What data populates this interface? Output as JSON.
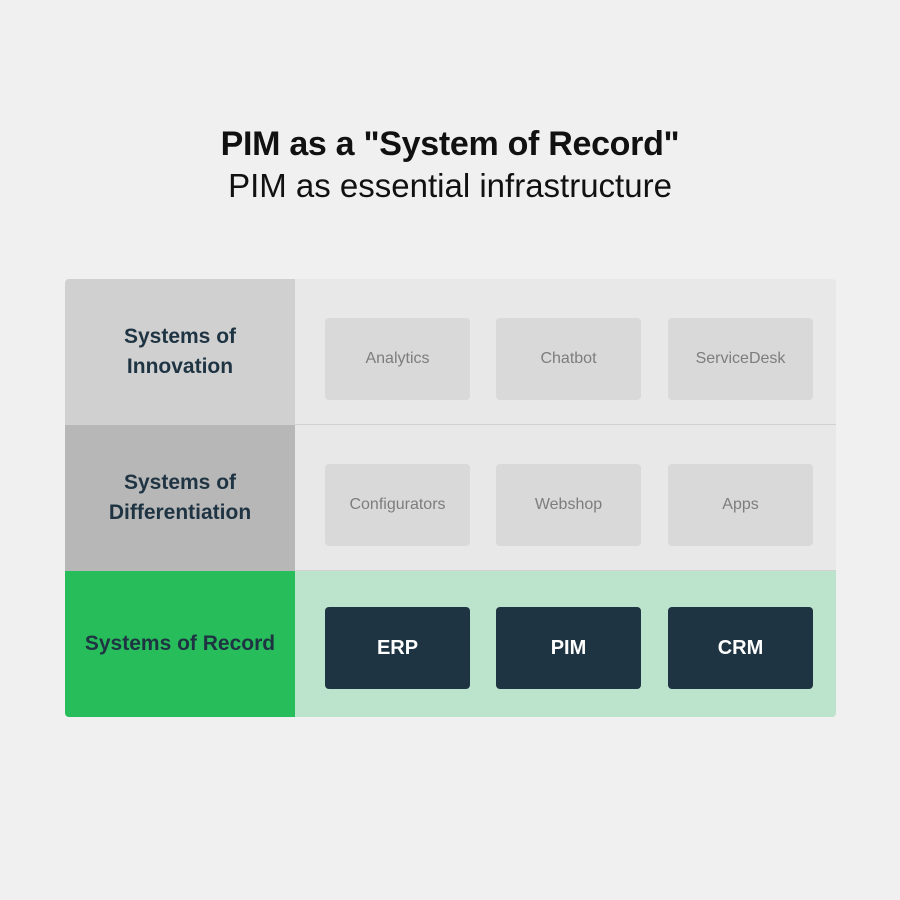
{
  "header": {
    "title": "PIM as a \"System of Record\"",
    "subtitle": "PIM as essential infrastructure"
  },
  "colors": {
    "background": "#f0f0f0",
    "innovation_label_bg": "#d0d0d0",
    "differentiation_label_bg": "#b7b7b7",
    "record_label_bg": "#27bd5a",
    "muted_row_bg": "#e8e8e8",
    "record_row_bg": "#bce3cb",
    "muted_box_bg": "#d9d9d9",
    "core_box_bg": "#1f3443",
    "label_text": "#1f3443"
  },
  "tiers": [
    {
      "label_line1": "Systems of",
      "label_line2": "Innovation",
      "items": [
        "Analytics",
        "Chatbot",
        "ServiceDesk"
      ]
    },
    {
      "label_line1": "Systems of",
      "label_line2": "Differentiation",
      "items": [
        "Configurators",
        "Webshop",
        "Apps"
      ]
    },
    {
      "label_line1": "Systems of Record",
      "label_line2": "",
      "items": [
        "ERP",
        "PIM",
        "CRM"
      ]
    }
  ]
}
